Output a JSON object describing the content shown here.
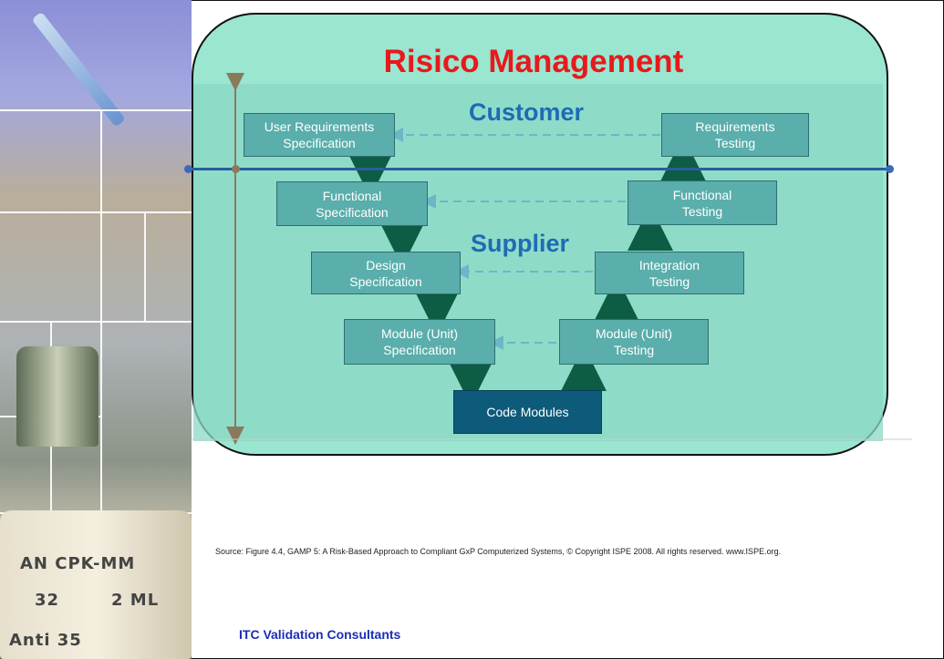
{
  "slide": {
    "title": "Risico Management",
    "zones": {
      "top": "Customer",
      "bottom": "Supplier"
    },
    "left_column": [
      {
        "line1": "User Requirements",
        "line2": "Specification"
      },
      {
        "line1": "Functional",
        "line2": "Specification"
      },
      {
        "line1": "Design",
        "line2": "Specification"
      },
      {
        "line1": "Module (Unit)",
        "line2": "Specification"
      }
    ],
    "right_column": [
      {
        "line1": "Requirements",
        "line2": "Testing"
      },
      {
        "line1": "Functional",
        "line2": "Testing"
      },
      {
        "line1": "Integration",
        "line2": "Testing"
      },
      {
        "line1": "Module (Unit)",
        "line2": "Testing"
      }
    ],
    "bottom_box": "Code Modules",
    "source": "Source: Figure 4.4, GAMP 5: A Risk-Based Approach to Compliant GxP Computerized Systems, © Copyright ISPE 2008. All rights reserved. www.ISPE.org.",
    "footer": "ITC Validation Consultants"
  },
  "photo": {
    "vial_labels": [
      "AN CPK-MM",
      "32",
      "2 ML",
      "Anti 35"
    ]
  },
  "colors": {
    "card": "#9ae6d0",
    "box": "#5aaeab",
    "code_box": "#0e5a7a",
    "title": "#e8191c",
    "zone_label": "#1f6bb4",
    "arrow": "#0d5c44",
    "dashed": "#6bb7c7",
    "divider": "#2a5d9f",
    "footer": "#1a2fb6"
  }
}
